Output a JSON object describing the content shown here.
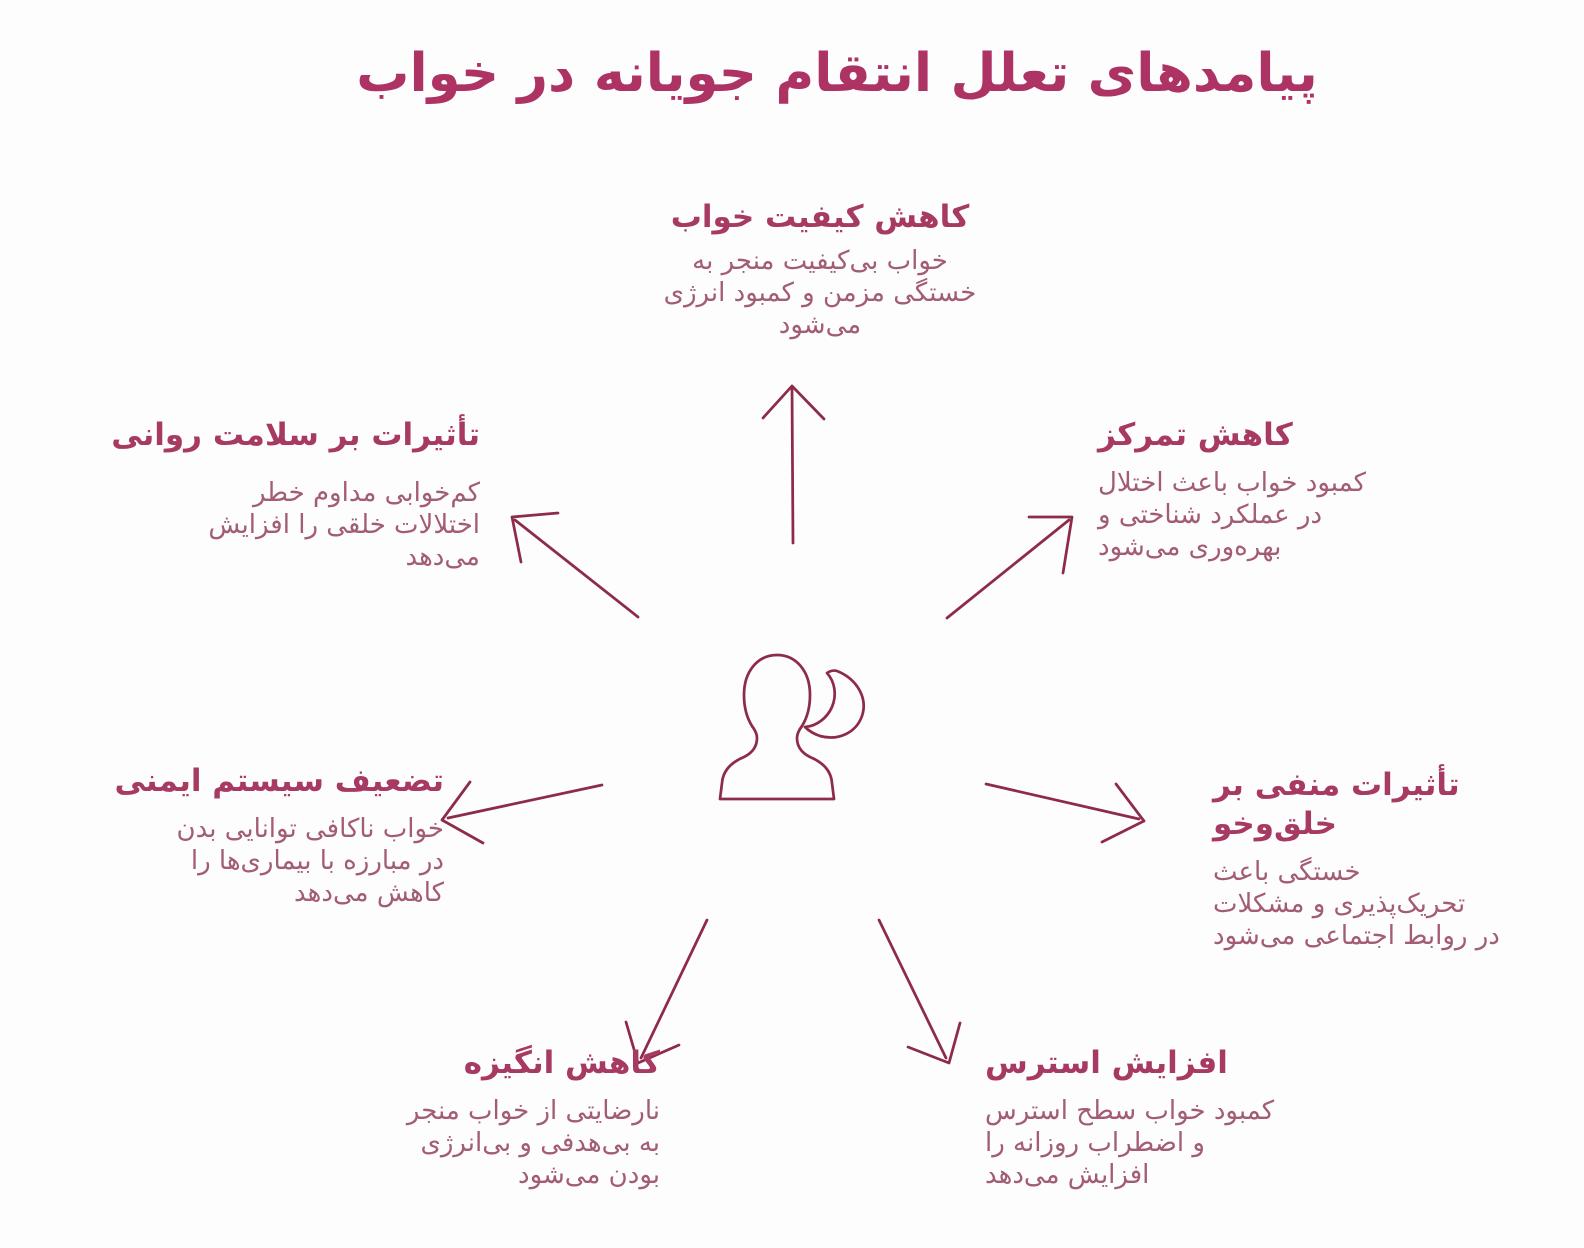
{
  "title": "پیامدهای تعلل انتقام جویانه در خواب",
  "colors": {
    "title": "#AE3365",
    "heading": "#A73A62",
    "body": "#A25C74",
    "line": "#8D2B49",
    "background": "#FDFDFD"
  },
  "center_icon": {
    "name": "sleeping-person-with-crescent-moon",
    "elements": [
      "person-bust-outline",
      "crescent-moon-outline"
    ]
  },
  "nodes": [
    {
      "position": "top",
      "heading": "کاهش کیفیت خواب",
      "description": "خواب بی‌کیفیت منجر به\nخستگی مزمن و کمبود انرژی\nمی‌شود"
    },
    {
      "position": "upper-right",
      "heading": "کاهش تمرکز",
      "description": "کمبود خواب باعث اختلال\nدر عملکرد شناختی و\nبهره‌وری می‌شود"
    },
    {
      "position": "upper-left",
      "heading": "تأثیرات بر سلامت روانی",
      "description": "کم‌خوابی مداوم خطر\nاختلالات خلقی را افزایش\nمی‌دهد"
    },
    {
      "position": "middle-right",
      "heading": "تأثیرات منفی بر خلق‌وخو",
      "description": "خستگی باعث\nتحریک‌پذیری و مشکلات\nدر روابط اجتماعی می‌شود"
    },
    {
      "position": "middle-left",
      "heading": "تضعیف سیستم ایمنی",
      "description": "خواب ناکافی توانایی بدن\nدر مبارزه با بیماری‌ها را\nکاهش می‌دهد"
    },
    {
      "position": "bottom-right",
      "heading": "افزایش استرس",
      "description": "کمبود خواب سطح استرس\nو اضطراب روزانه را\nافزایش می‌دهد"
    },
    {
      "position": "bottom-left",
      "heading": "کاهش انگیزه",
      "description": "نارضایتی از خواب منجر\nبه بی‌هدفی و بی‌انرژی\nبودن می‌شود"
    }
  ]
}
